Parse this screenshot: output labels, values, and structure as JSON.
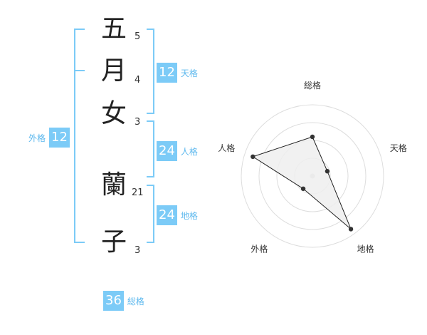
{
  "name": {
    "characters": [
      {
        "char": "五",
        "strokes": "5"
      },
      {
        "char": "月",
        "strokes": "4"
      },
      {
        "char": "女",
        "strokes": "3"
      },
      {
        "char": "蘭",
        "strokes": "21"
      },
      {
        "char": "子",
        "strokes": "3"
      }
    ]
  },
  "fortune": {
    "tenkaku": {
      "label": "天格",
      "value": "12"
    },
    "jinkaku": {
      "label": "人格",
      "value": "24"
    },
    "chikaku": {
      "label": "地格",
      "value": "24"
    },
    "gaikaku": {
      "label": "外格",
      "value": "12"
    },
    "soukaku": {
      "label": "総格",
      "value": "36"
    }
  },
  "chart_data": {
    "type": "radar",
    "axes": [
      "総格",
      "天格",
      "地格",
      "外格",
      "人格"
    ],
    "values": [
      0.55,
      0.22,
      0.92,
      0.22,
      0.88
    ],
    "max": 1,
    "rings": 4,
    "grid": true,
    "colors": {
      "fill": "#eeeeee",
      "line": "#222222",
      "grid": "#dddddd",
      "center": "#cccccc"
    }
  },
  "colors": {
    "accent": "#7ccbf7",
    "accent_text": "#5cb8ee",
    "bracket": "#7ccbf7"
  }
}
